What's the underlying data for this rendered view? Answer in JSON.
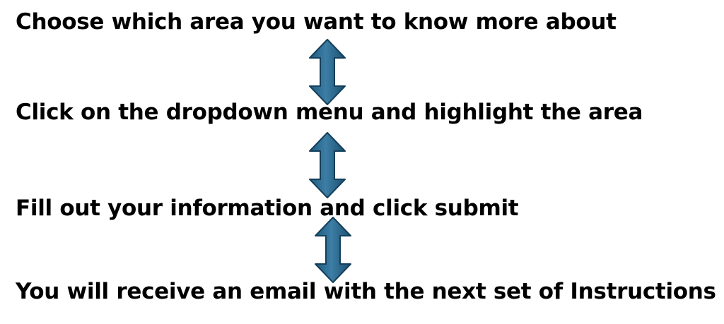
{
  "steps": [
    {
      "text": "Choose which area you want to know more about"
    },
    {
      "text": "Click on the dropdown menu and highlight the area"
    },
    {
      "text": "Fill out your information and click submit"
    },
    {
      "text": "You will receive an email with the next set of Instructions"
    }
  ],
  "connectors": [
    {
      "icon": "double-arrow-vertical-icon"
    },
    {
      "icon": "double-arrow-vertical-icon"
    },
    {
      "icon": "double-arrow-vertical-icon"
    }
  ],
  "colors": {
    "text": "#000000",
    "arrow_fill_light": "#3d7ea6",
    "arrow_fill_dark": "#1e5a7e",
    "arrow_stroke": "#143f5a"
  }
}
